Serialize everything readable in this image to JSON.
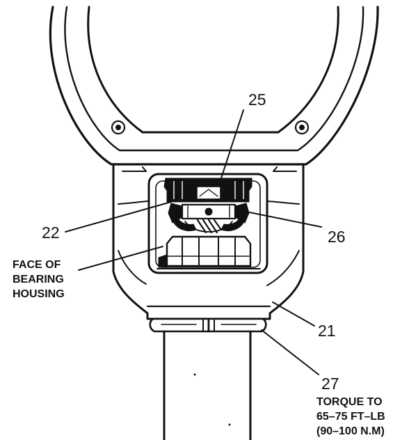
{
  "callouts": {
    "c25": "25",
    "c22": "22",
    "c26": "26",
    "c21": "21",
    "c27": "27"
  },
  "label_face_of_bearing_housing": [
    "FACE OF",
    "BEARING",
    "HOUSING"
  ],
  "label_torque": [
    "TORQUE TO",
    "65–75 FT–LB",
    "(90–100 N.M)"
  ]
}
